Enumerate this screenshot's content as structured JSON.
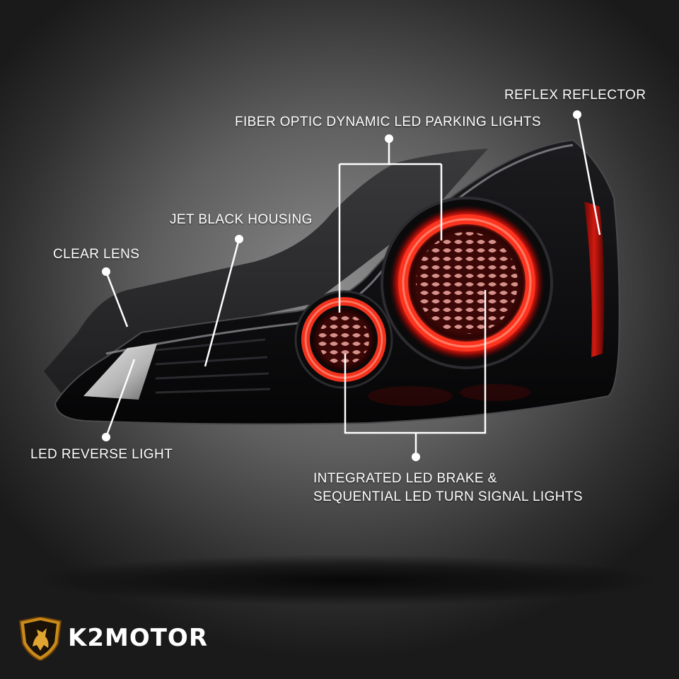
{
  "callouts": {
    "reflex_reflector": "REFLEX REFLECTOR",
    "fiber_optic": "FIBER OPTIC DYNAMIC LED PARKING LIGHTS",
    "housing": "JET BLACK HOUSING",
    "clear_lens": "CLEAR LENS",
    "reverse_light": "LED REVERSE LIGHT",
    "brake_line1": "INTEGRATED LED BRAKE &",
    "brake_line2": "SEQUENTIAL LED TURN SIGNAL LIGHTS"
  },
  "brand": {
    "name": "K2MOTOR"
  },
  "colors": {
    "background_center": "#8a8a8a",
    "background_edge": "#1a1a1a",
    "halo_red": "#ff2a1a",
    "housing_black": "#0c0c0e",
    "label_white": "#ffffff",
    "logo_gold": "#c98a1c"
  }
}
